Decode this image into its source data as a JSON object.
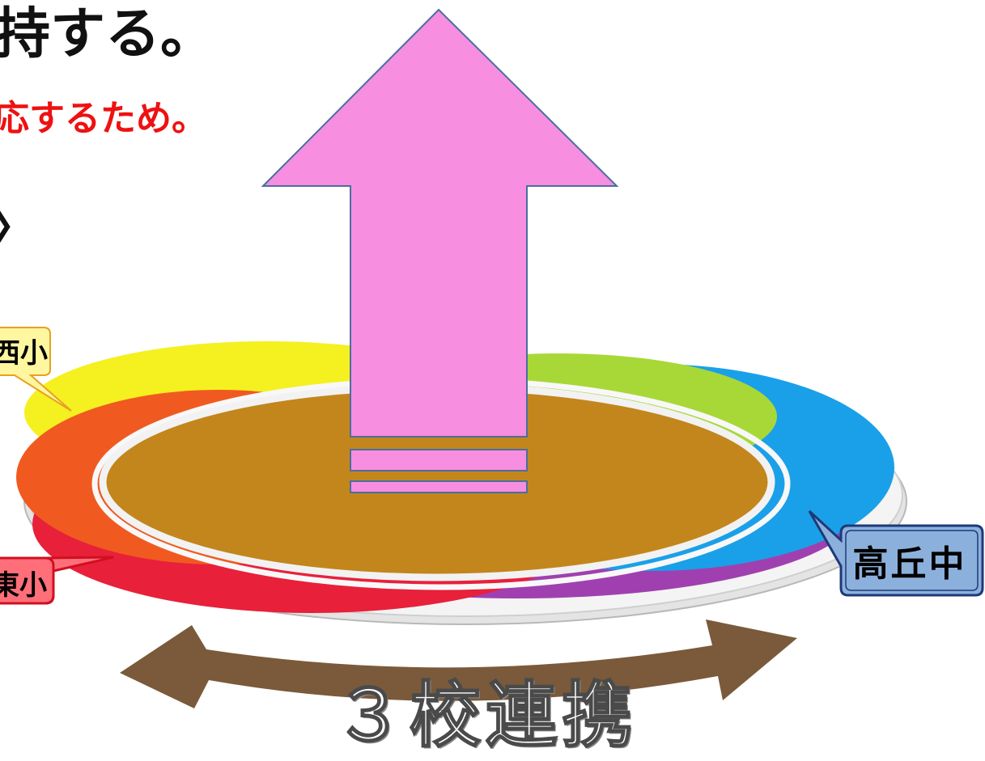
{
  "headings": {
    "line1": "持する。",
    "line2": "応するため。",
    "line3": "〉"
  },
  "schools": {
    "nishi": "西小",
    "higashi": "東小",
    "takaoka": "高丘中"
  },
  "cooperation_label": "３校連携",
  "colors": {
    "center": "#c3861c",
    "arrow_up": "#f78ee0",
    "arrow_up_border": "#4a6ea0",
    "double_arrow": "#7a5a3a",
    "yellow": "#f5f020",
    "green": "#a8d838",
    "blue": "#1aa0e8",
    "orange": "#f05a20",
    "red": "#e8203a",
    "purple": "#a040b0",
    "bubble_yellow": "#fff6a0",
    "bubble_red": "#ff6f7a",
    "bubble_blue": "#8cb0dc"
  }
}
